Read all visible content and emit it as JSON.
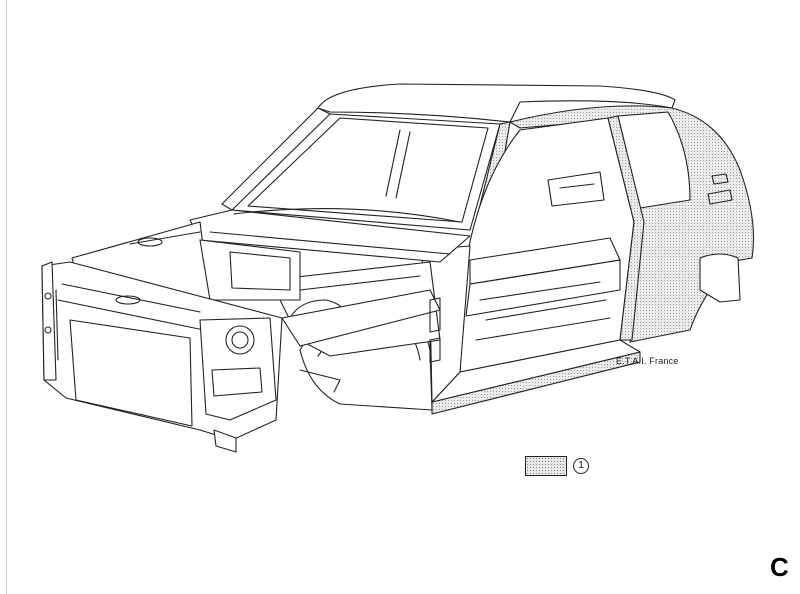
{
  "credit": "E.T.A.I. France",
  "legend": {
    "number": "1",
    "swatch_pattern": "stippled"
  },
  "page_letter": "C",
  "colors": {
    "ink": "#222222",
    "stipple": "#8a8a8a",
    "paper": "#ffffff"
  }
}
